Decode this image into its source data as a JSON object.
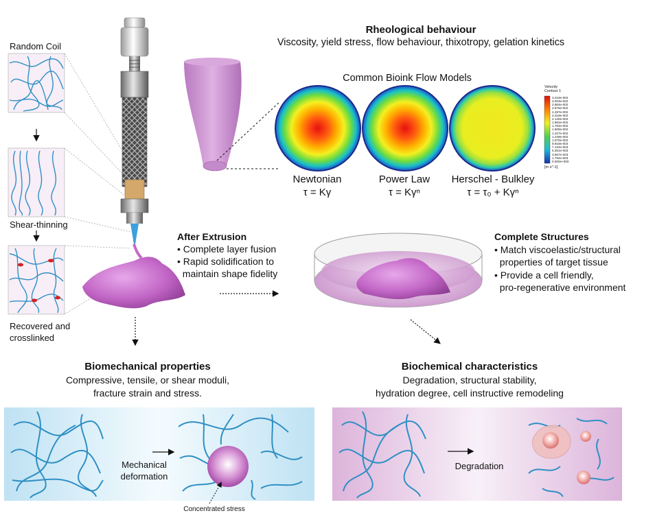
{
  "rheology": {
    "title": "Rheological behaviour",
    "subtitle": "Viscosity, yield stress, flow behaviour, thixotropy, gelation kinetics",
    "models_title": "Common Bioink Flow Models",
    "models": [
      {
        "name": "Newtonian",
        "equation": "τ = Kγ"
      },
      {
        "name": "Power Law",
        "equation": "τ = Kγⁿ"
      },
      {
        "name": "Herschel - Bulkley",
        "equation": "τ = τ₀ + Kγⁿ"
      }
    ],
    "legend": {
      "title_line1": "Velocity",
      "title_line2": "Contour 1",
      "values": [
        "3.218e-002",
        "3.003e-002",
        "2.864e-002",
        "2.675e-002",
        "2.497e-002",
        "2.319e-002",
        "2.140e-002",
        "1.962e-002",
        "1.784e-002",
        "1.605e-002",
        "1.427e-002",
        "1.249e-002",
        "1.070e-002",
        "8.918e-003",
        "7.134e-003",
        "5.351e-003",
        "3.567e-003",
        "1.784e-003",
        "0.000e+000"
      ],
      "unit": "[m s^-1]"
    }
  },
  "polymer_states": {
    "random_coil": "Random Coil",
    "shear_thinning": "Shear-thinning",
    "recovered_line1": "Recovered and",
    "recovered_line2": "crosslinked"
  },
  "after_extrusion": {
    "title": "After Extrusion",
    "bullets": [
      "• Complete layer fusion",
      "• Rapid solidification to",
      "  maintain shape fidelity"
    ]
  },
  "complete_structures": {
    "title": "Complete Structures",
    "bullets": [
      "• Match viscoelastic/structural",
      "  properties of target tissue",
      "• Provide a cell friendly,",
      "  pro-regenerative environment"
    ]
  },
  "biomechanical": {
    "title": "Biomechanical properties",
    "line1": "Compressive, tensile, or shear moduli,",
    "line2": "fracture strain and stress.",
    "arrow_label_line1": "Mechanical",
    "arrow_label_line2": "deformation",
    "stress_label": "Concentrated stress"
  },
  "biochemical": {
    "title": "Biochemical characteristics",
    "line1": "Degradation, structural stability,",
    "line2": "hydration degree, cell instructive remodeling",
    "arrow_label": "Degradation"
  },
  "colors": {
    "fiber": "#2f8fc4",
    "gel": "#c46ac8",
    "crosslink": "#d62020",
    "blue_panel": "#cfe9f6",
    "pink_panel": "#e4c3e3"
  }
}
